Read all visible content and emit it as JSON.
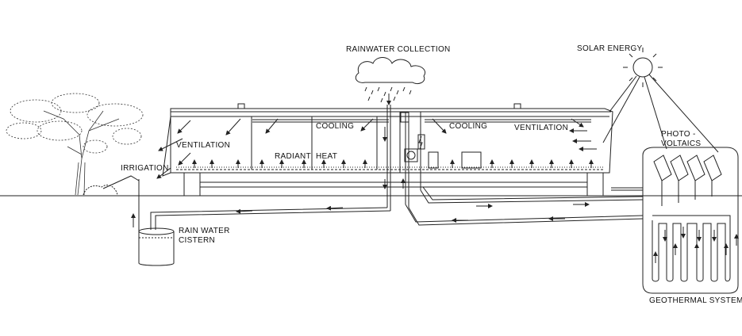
{
  "labels": {
    "rainwater": "RAINWATER COLLECTION",
    "solar": "SOLAR ENERGY",
    "ventilation_left": "VENTILATION",
    "ventilation_right": "VENTILATION",
    "cooling_left": "COOLING",
    "cooling_right": "COOLING",
    "radiant": "RADIANT",
    "heat": "HEAT",
    "irrigation": "IRRIGATION",
    "photo_1": "PHOTO -",
    "photo_2": "VOLTAICS",
    "cistern_1": "RAIN WATER",
    "cistern_2": "CISTERN",
    "geothermal": "GEOTHERMAL SYSTEM"
  },
  "colors": {
    "line": "#222222",
    "background": "#ffffff"
  }
}
